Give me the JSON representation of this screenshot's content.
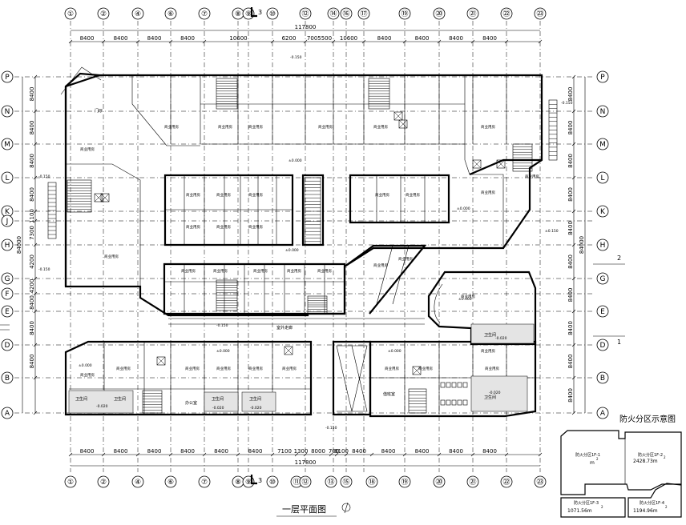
{
  "plan": {
    "title": "一层平面图",
    "column_axes": [
      "①",
      "②",
      "④",
      "⑥",
      "⑦",
      "⑧",
      "⑨",
      "⑩",
      "⑫",
      "⑭",
      "⑯",
      "⑰",
      "⑲",
      "⑳",
      "㉑",
      "㉒",
      "㉓"
    ],
    "column_axes_bottom": [
      "①",
      "②",
      "④",
      "⑥",
      "⑦",
      "⑧",
      "⑨",
      "⑩",
      "⑪",
      "⑫",
      "⑬",
      "⑮",
      "⑱",
      "⑲",
      "⑳",
      "㉑",
      "㉒",
      "㉓"
    ],
    "row_axes": [
      "P",
      "N",
      "M",
      "L",
      "K",
      "J",
      "H",
      "G",
      "F",
      "E",
      "D",
      "B",
      "A"
    ],
    "top_dims": [
      "8400",
      "8400",
      "8400",
      "8400",
      "10600",
      "6200",
      "7005500",
      "10600",
      "8400",
      "8400",
      "8400",
      "8400"
    ],
    "top_total": "117800",
    "bottom_dims": [
      "8400",
      "8400",
      "8400",
      "8400",
      "8400",
      "8400",
      "7100",
      "1300",
      "8000",
      "700",
      "8100",
      "8400",
      "8400",
      "8400",
      "8400",
      "8400"
    ],
    "bottom_total": "117800",
    "left_dims": [
      "8400",
      "8400",
      "8400",
      "8400",
      "1100",
      "7300",
      "4200",
      "4200",
      "8400",
      "8400",
      "8400"
    ],
    "left_total": "84000",
    "right_dims": [
      "8400",
      "8400",
      "8400",
      "8400",
      "8400",
      "8400",
      "8400",
      "8400",
      "8400",
      "8400"
    ],
    "right_total": "84000",
    "section_mark": "3",
    "side_marks": [
      "2",
      "1"
    ],
    "shop_label": "商业用房",
    "levels": [
      "±0.000",
      "-0.150",
      "±0.150",
      "-0.020"
    ],
    "rooms": {
      "entrance": "门厅",
      "hall": "商业用房",
      "office": "办公室",
      "duty": "值班室",
      "toilet": "卫生间",
      "corridor": "室外走廊"
    }
  },
  "fire_zones": {
    "title": "防火分区示意图",
    "zones": [
      {
        "label": "防火分区1F-1",
        "area": "m",
        "sup": "2"
      },
      {
        "label": "防火分区1F-2",
        "area": "2428.73m",
        "sup": "2"
      },
      {
        "label": "防火分区1F-3",
        "area": "1071.56m",
        "sup": "2"
      },
      {
        "label": "防火分区1F-4",
        "area": "1194.96m",
        "sup": "2"
      }
    ]
  }
}
